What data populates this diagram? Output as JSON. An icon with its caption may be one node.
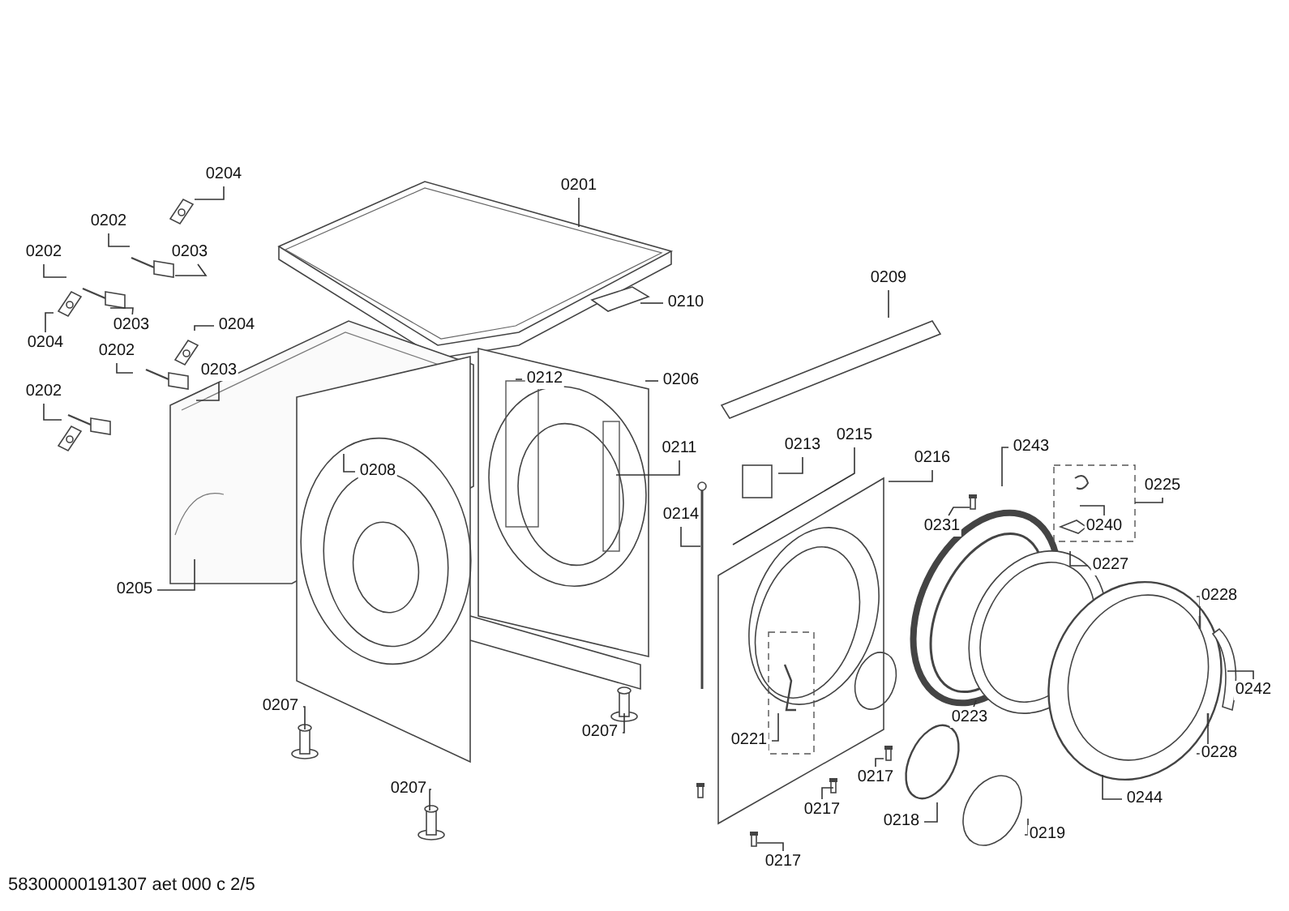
{
  "diagram": {
    "nodes": [
      {
        "text": [
          "0204"
        ]
      },
      {
        "text": [
          "0201"
        ]
      },
      {
        "text": [
          "0202"
        ]
      },
      {
        "text": [
          "0203"
        ]
      },
      {
        "text": [
          "0202"
        ]
      },
      {
        "text": [
          "0210"
        ]
      },
      {
        "text": [
          "0203"
        ]
      },
      {
        "text": [
          "0204"
        ]
      },
      {
        "text": [
          "0209"
        ]
      },
      {
        "text": [
          "0204"
        ]
      },
      {
        "text": [
          "0202"
        ]
      },
      {
        "text": [
          "0203"
        ]
      },
      {
        "text": [
          "0212"
        ]
      },
      {
        "text": [
          "0206"
        ]
      },
      {
        "text": [
          "0202"
        ]
      },
      {
        "text": [
          "0211"
        ]
      },
      {
        "text": [
          "0213"
        ]
      },
      {
        "text": [
          "0215"
        ]
      },
      {
        "text": [
          "0216"
        ]
      },
      {
        "text": [
          "0208"
        ]
      },
      {
        "text": [
          "0243"
        ]
      },
      {
        "text": [
          "0225"
        ]
      },
      {
        "text": [
          "0205"
        ]
      },
      {
        "text": [
          "0214"
        ]
      },
      {
        "text": [
          "0231"
        ]
      },
      {
        "text": [
          "0240"
        ]
      },
      {
        "text": [
          "0227"
        ]
      },
      {
        "text": [
          "0228"
        ]
      },
      {
        "text": [
          "0242"
        ]
      },
      {
        "text": [
          "0207"
        ]
      },
      {
        "text": [
          "0207"
        ]
      },
      {
        "text": [
          "0221"
        ]
      },
      {
        "text": [
          "0223"
        ]
      },
      {
        "text": [
          "0228"
        ]
      },
      {
        "text": [
          "0217"
        ]
      },
      {
        "text": [
          "0207"
        ]
      },
      {
        "text": [
          "0217"
        ]
      },
      {
        "text": [
          "0244"
        ]
      },
      {
        "text": [
          "0218"
        ]
      },
      {
        "text": [
          "0219"
        ]
      },
      {
        "text": [
          "0217"
        ]
      }
    ],
    "edges": [
      {
        "from": 0,
        "to": null,
        "arrow": "none"
      },
      {
        "from": 1,
        "to": null,
        "arrow": "none"
      },
      {
        "from": 2,
        "to": null,
        "arrow": "none"
      },
      {
        "from": 3,
        "to": null,
        "arrow": "none"
      },
      {
        "from": 4,
        "to": null,
        "arrow": "none"
      },
      {
        "from": 5,
        "to": null,
        "arrow": "none"
      },
      {
        "from": 6,
        "to": null,
        "arrow": "none"
      },
      {
        "from": 7,
        "to": null,
        "arrow": "none"
      },
      {
        "from": 8,
        "to": null,
        "arrow": "none"
      },
      {
        "from": 9,
        "to": null,
        "arrow": "none"
      },
      {
        "from": 10,
        "to": null,
        "arrow": "none"
      },
      {
        "from": 11,
        "to": null,
        "arrow": "none"
      },
      {
        "from": 12,
        "to": null,
        "arrow": "none"
      },
      {
        "from": 13,
        "to": null,
        "arrow": "none"
      },
      {
        "from": 14,
        "to": null,
        "arrow": "none"
      },
      {
        "from": 15,
        "to": null,
        "arrow": "none"
      },
      {
        "from": 16,
        "to": null,
        "arrow": "none"
      },
      {
        "from": 17,
        "to": null,
        "arrow": "none"
      },
      {
        "from": 18,
        "to": null,
        "arrow": "none"
      },
      {
        "from": 19,
        "to": null,
        "arrow": "none"
      },
      {
        "from": 20,
        "to": null,
        "arrow": "none"
      },
      {
        "from": 21,
        "to": null,
        "arrow": "none"
      },
      {
        "from": 22,
        "to": null,
        "arrow": "none"
      },
      {
        "from": 23,
        "to": null,
        "arrow": "none"
      },
      {
        "from": 24,
        "to": null,
        "arrow": "none"
      },
      {
        "from": 25,
        "to": null,
        "arrow": "none"
      },
      {
        "from": 26,
        "to": null,
        "arrow": "none"
      },
      {
        "from": 27,
        "to": null,
        "arrow": "none"
      },
      {
        "from": 28,
        "to": null,
        "arrow": "none"
      },
      {
        "from": 29,
        "to": null,
        "arrow": "none"
      },
      {
        "from": 30,
        "to": null,
        "arrow": "none"
      },
      {
        "from": 31,
        "to": null,
        "arrow": "none"
      },
      {
        "from": 32,
        "to": null,
        "arrow": "none"
      },
      {
        "from": 33,
        "to": null,
        "arrow": "none"
      },
      {
        "from": 34,
        "to": null,
        "arrow": "none"
      },
      {
        "from": 35,
        "to": null,
        "arrow": "none"
      },
      {
        "from": 36,
        "to": null,
        "arrow": "none"
      },
      {
        "from": 37,
        "to": null,
        "arrow": "none"
      },
      {
        "from": 38,
        "to": null,
        "arrow": "none"
      },
      {
        "from": 39,
        "to": null,
        "arrow": "none"
      },
      {
        "from": 40,
        "to": null,
        "arrow": "none"
      }
    ],
    "labels": [
      "58300000191307 aet 000 c 2/5"
    ]
  }
}
